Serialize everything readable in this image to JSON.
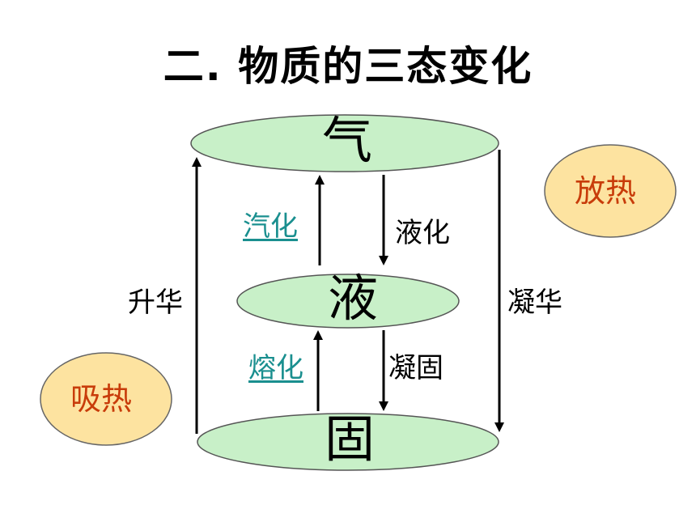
{
  "title": "二. 物质的三态变化",
  "states": {
    "gas": "气",
    "liquid": "液",
    "solid": "固"
  },
  "processes": {
    "vaporization": "汽化",
    "liquefaction": "液化",
    "melting": "熔化",
    "solidification": "凝固",
    "sublimation": "升华",
    "deposition": "凝华"
  },
  "heat": {
    "release": "放热",
    "absorb": "吸热"
  },
  "colors": {
    "ellipse_fill": "#c8f0c8",
    "heat_fill": "#fde3a0",
    "heat_text": "#c83c0a",
    "link_text": "#1a8f8f"
  }
}
